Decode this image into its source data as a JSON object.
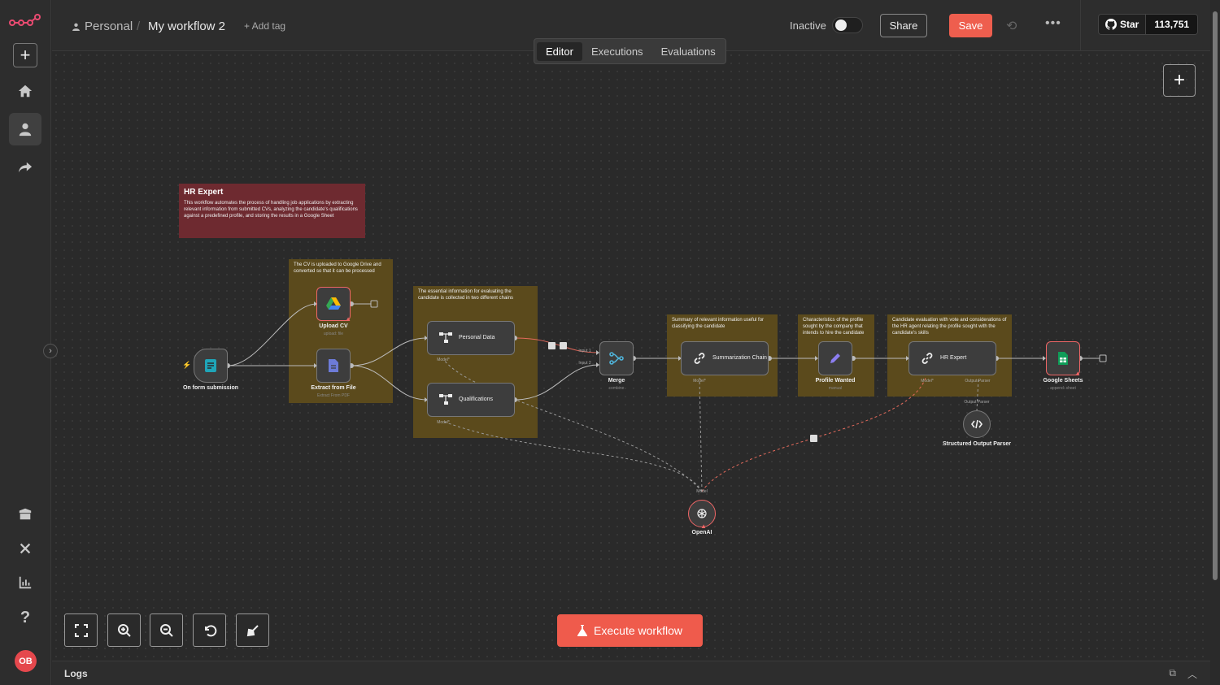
{
  "header": {
    "owner": "Personal",
    "separator": "/",
    "workflow_name": "My workflow 2",
    "add_tag": "+ Add tag",
    "status_label": "Inactive",
    "share_label": "Share",
    "save_label": "Save",
    "github_star": "Star",
    "github_count": "113,751"
  },
  "tabs": [
    {
      "label": "Editor",
      "active": true
    },
    {
      "label": "Executions",
      "active": false
    },
    {
      "label": "Evaluations",
      "active": false
    }
  ],
  "stickies": {
    "hr_expert_title": "HR Expert",
    "hr_expert_text": "This workflow automates the process of handling job applications by extracting relevant information from submitted CVs, analyzing the candidate's qualifications against a predefined profile, and storing the results in a Google Sheet",
    "upload_note": "The CV is uploaded to Google Drive and converted so that it can be processed",
    "chains_note": "The essential information for evaluating the candidate is collected in two different chains",
    "summary_note": "Summary of relevant information useful for classifying the candidate",
    "profile_note": "Characteristics of the profile sought by the company that intends to hire the candidate",
    "eval_note": "Candidate evaluation with vote and considerations of the HR agent relating the profile sought with the candidate's skills"
  },
  "nodes": {
    "trigger": {
      "label": "On form submission"
    },
    "upload": {
      "label": "Upload CV",
      "sub": "upload: file"
    },
    "extract": {
      "label": "Extract from File",
      "sub": "Extract From PDF"
    },
    "personal": {
      "label": "Personal Data",
      "port": "Model*"
    },
    "qualifications": {
      "label": "Qualifications",
      "port": "Model*"
    },
    "merge": {
      "label": "Merge",
      "sub": "combine",
      "input1": "Input 1",
      "input2": "Input 2"
    },
    "summarization": {
      "label": "Summarization Chain",
      "port": "Model*"
    },
    "profile": {
      "label": "Profile Wanted",
      "sub": "manual"
    },
    "hr_expert": {
      "label": "HR Expert",
      "port_model": "Model*",
      "port_parser": "Output Parser"
    },
    "sheets": {
      "label": "Google Sheets",
      "sub": "append: sheet"
    },
    "parser": {
      "label": "Structured Output Parser",
      "port": "Output Parser"
    },
    "openai": {
      "label": "OpenAI",
      "port": "Model"
    }
  },
  "execute_label": "Execute workflow",
  "logs_label": "Logs",
  "user_initials": "OB",
  "colors": {
    "accent": "#ee5e4e",
    "sticky": "#5b4a1c",
    "sticky_red": "#6e2a30",
    "error_edge": "#e46a5c"
  }
}
